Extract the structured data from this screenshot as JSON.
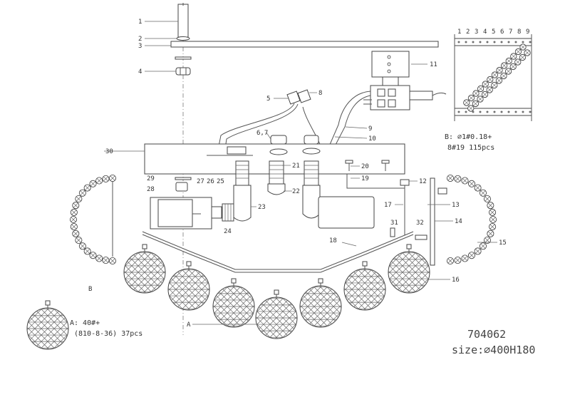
{
  "diagram": {
    "model_number": "704062",
    "size_text": "size:⌀400H180",
    "crystal_a_note": {
      "label": "A: 40#+",
      "spec": "(810-8-36)  37pcs"
    },
    "bead_b_note": {
      "label": "B: ⌀1#0.18+",
      "spec": "8#19  115pcs"
    },
    "strip_scale": [
      "1",
      "2",
      "3",
      "4",
      "5",
      "6",
      "7",
      "8",
      "9"
    ],
    "part_numbers": [
      "1",
      "2",
      "3",
      "4",
      "5",
      "6,7",
      "8",
      "9",
      "10",
      "11",
      "12",
      "13",
      "14",
      "15",
      "16",
      "17",
      "18",
      "19",
      "20",
      "21",
      "22",
      "23",
      "24",
      "25",
      "26",
      "27",
      "28",
      "29",
      "30",
      "31",
      "32"
    ],
    "letter_labels": {
      "a": "A",
      "b": "B"
    }
  }
}
